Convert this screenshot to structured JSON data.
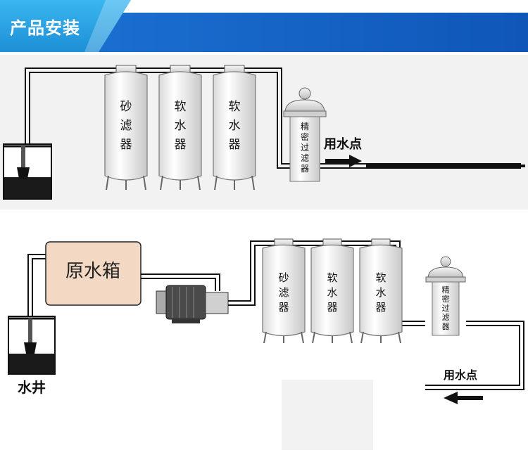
{
  "header": {
    "title": "产品安装"
  },
  "system1": {
    "tanks": [
      {
        "label": [
          "砂",
          "滤",
          "器"
        ]
      },
      {
        "label": [
          "软",
          "水",
          "器"
        ]
      },
      {
        "label": [
          "软",
          "水",
          "器"
        ]
      }
    ],
    "filter_label": [
      "精",
      "密",
      "过",
      "滤",
      "器"
    ],
    "outlet_label": "用水点"
  },
  "system2": {
    "raw_tank_label": "原水箱",
    "well_label": "水井",
    "tanks": [
      {
        "label": [
          "砂",
          "滤",
          "器"
        ]
      },
      {
        "label": [
          "软",
          "水",
          "器"
        ]
      },
      {
        "label": [
          "软",
          "水",
          "器"
        ]
      }
    ],
    "filter_label": [
      "精",
      "密",
      "过",
      "滤",
      "器"
    ],
    "outlet_label": "用水点"
  },
  "colors": {
    "header_blue": "#1166cc",
    "header_cyan": "#29a8e8",
    "raw_tank_fill": "#f3d9c4",
    "tank_fill": "#f4f4f4",
    "background_panel": "#eeeeee"
  }
}
